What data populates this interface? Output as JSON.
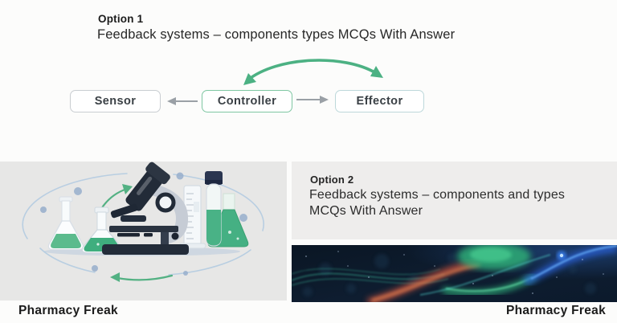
{
  "option1": {
    "label": "Option 1",
    "headline": "Feedback systems – components types MCQs With Answer"
  },
  "diagram": {
    "boxes": [
      {
        "label": "Sensor",
        "border_color": "#c9cdd1"
      },
      {
        "label": "Controller",
        "border_color": "#7fc7a3"
      },
      {
        "label": "Effector",
        "border_color": "#bdd8da"
      }
    ],
    "arrow_color": "#9aa0a6",
    "curved_arrow_color": "#4cb183"
  },
  "option2": {
    "label": "Option 2",
    "headline": "Feedback systems – components and types MCQs With Answer"
  },
  "branding": {
    "left": "Pharmacy Freak",
    "right": "Pharmacy Freak"
  },
  "illustration": {
    "name": "lab-equipment-illustration",
    "accent_green": "#4db388",
    "dark_navy": "#232c39",
    "orbit_blue": "#a9c6e0",
    "panel_background": "#e7e7e6"
  },
  "abstract_image": {
    "name": "abstract-wave-art",
    "background": "#0d1a2b",
    "wave_colors": [
      "#3fc9a6",
      "#e05a40",
      "#2fae78",
      "#2f6fe8"
    ]
  }
}
